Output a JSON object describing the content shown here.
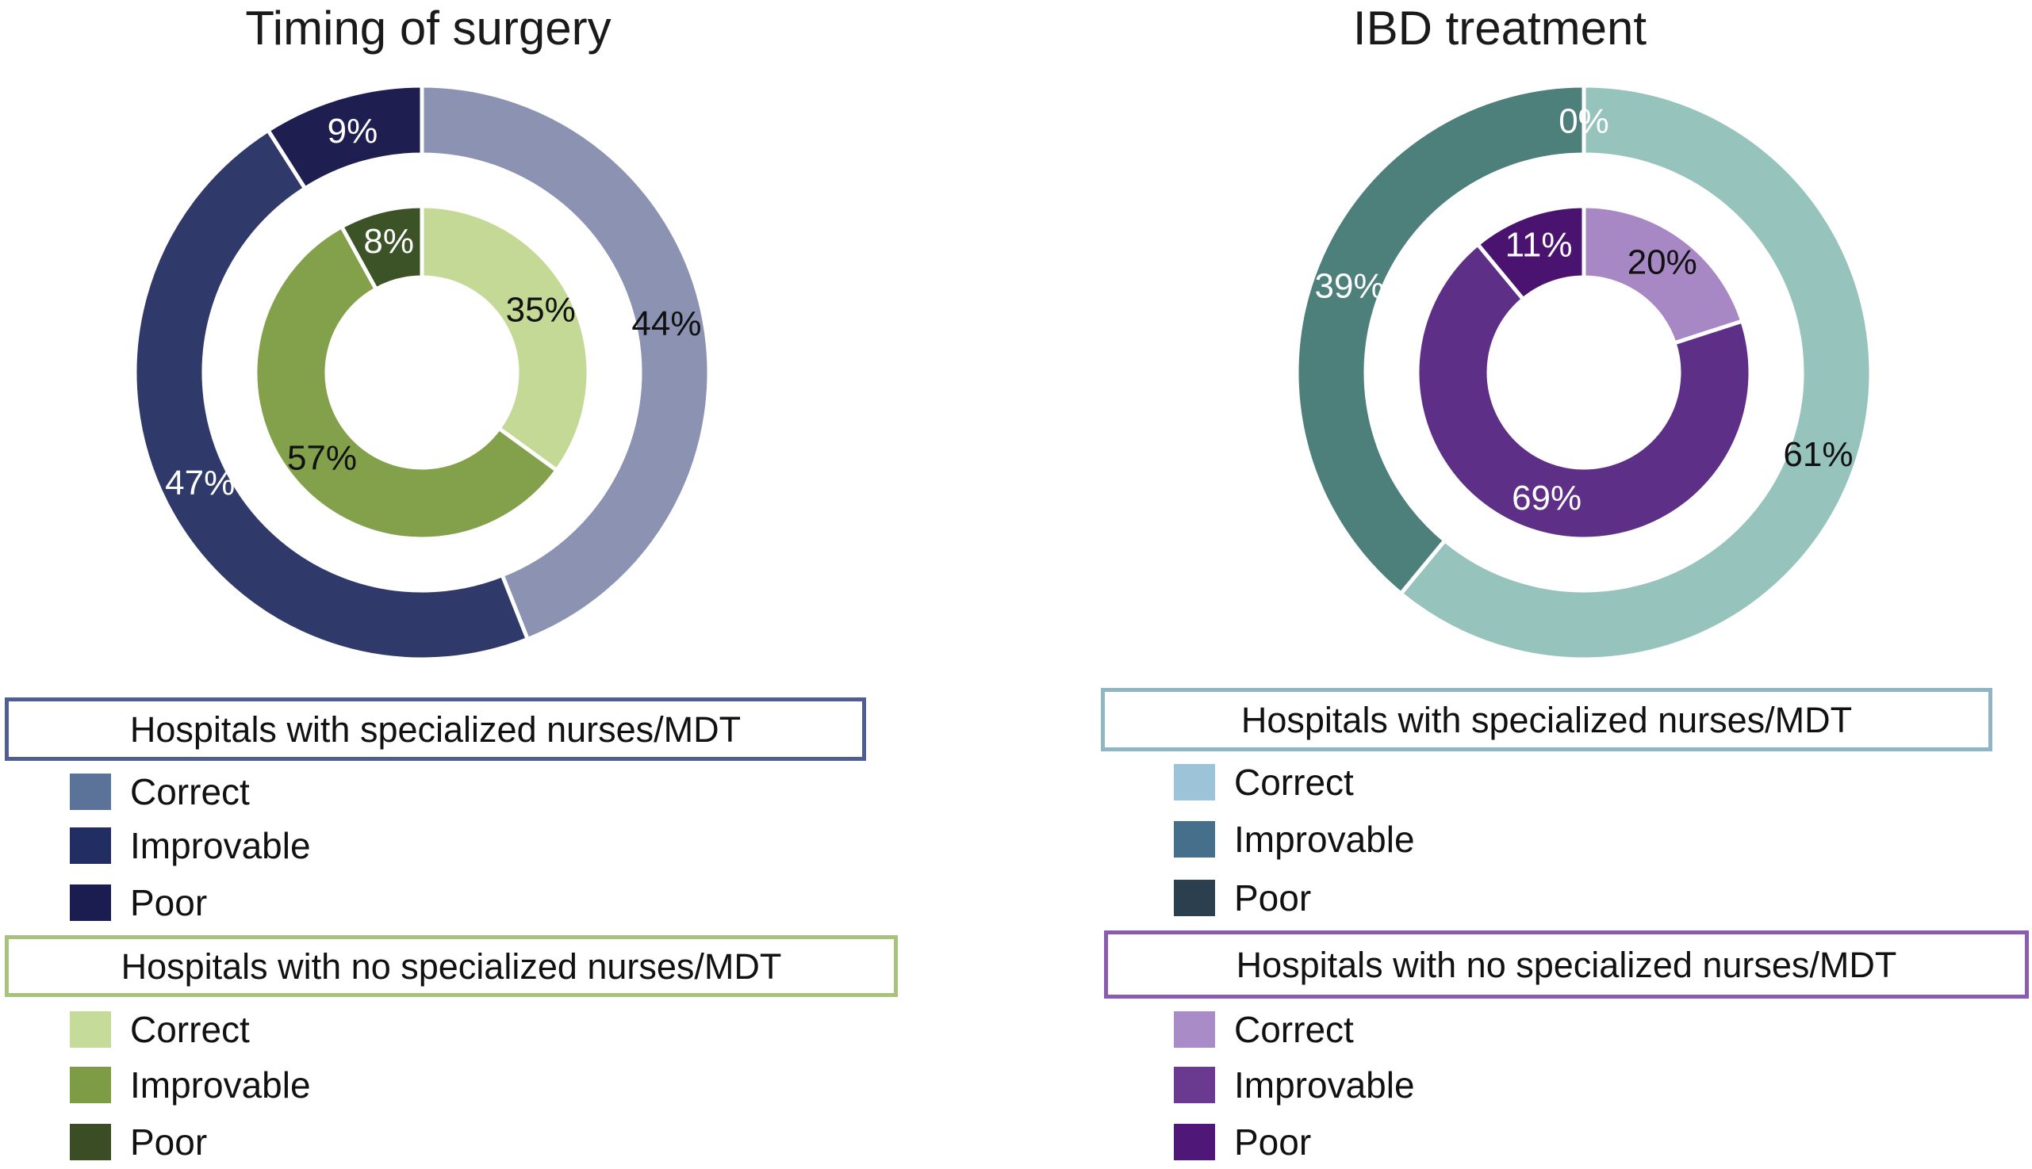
{
  "chart_data": [
    {
      "type": "pie",
      "title": "Timing of surgery",
      "series": [
        {
          "name": "Hospitals with specialized nurses/MDT",
          "categories": [
            "Correct",
            "Improvable",
            "Poor"
          ],
          "values": [
            44,
            47,
            9
          ],
          "labels": [
            "44%",
            "47%",
            "9%"
          ],
          "colors": [
            "#8b92b2",
            "#303a6a",
            "#1e1f50"
          ],
          "label_colors": [
            "#111111",
            "#ffffff",
            "#ffffff"
          ]
        },
        {
          "name": "Hospitals with no specialized nurses/MDT",
          "categories": [
            "Correct",
            "Improvable",
            "Poor"
          ],
          "values": [
            35,
            57,
            8
          ],
          "labels": [
            "35%",
            "57%",
            "8%"
          ],
          "colors": [
            "#c5d996",
            "#83a04a",
            "#3b5326"
          ],
          "label_colors": [
            "#111111",
            "#111111",
            "#ffffff"
          ]
        }
      ],
      "legend": [
        {
          "heading": "Hospitals with specialized nurses/MDT",
          "border_color": "#4f5d93",
          "items": [
            {
              "label": "Correct",
              "color": "#5b7399"
            },
            {
              "label": "Improvable",
              "color": "#222d62"
            },
            {
              "label": "Poor",
              "color": "#1b1c4f"
            }
          ]
        },
        {
          "heading": "Hospitals with no specialized nurses/MDT",
          "border_color": "#a7c27a",
          "items": [
            {
              "label": "Correct",
              "color": "#c4db9a"
            },
            {
              "label": "Improvable",
              "color": "#7e9b45"
            },
            {
              "label": "Poor",
              "color": "#3a4d25"
            }
          ]
        }
      ]
    },
    {
      "type": "pie",
      "title": "IBD treatment",
      "series": [
        {
          "name": "Hospitals with specialized nurses/MDT",
          "categories": [
            "Correct",
            "Improvable",
            "Poor"
          ],
          "values": [
            61,
            39,
            0
          ],
          "labels": [
            "61%",
            "39%",
            "0%"
          ],
          "colors": [
            "#97c3bd",
            "#4d7f7b",
            "#2c4a53"
          ],
          "label_colors": [
            "#111111",
            "#ffffff",
            "#ffffff"
          ]
        },
        {
          "name": "Hospitals with no specialized nurses/MDT",
          "categories": [
            "Correct",
            "Improvable",
            "Poor"
          ],
          "values": [
            20,
            69,
            11
          ],
          "labels": [
            "20%",
            "69%",
            "11%"
          ],
          "colors": [
            "#a788c4",
            "#5e2f86",
            "#4a1370"
          ],
          "label_colors": [
            "#111111",
            "#ffffff",
            "#ffffff"
          ]
        }
      ],
      "legend": [
        {
          "heading": "Hospitals with specialized nurses/MDT",
          "border_color": "#8fb6c4",
          "items": [
            {
              "label": "Correct",
              "color": "#9dc3d8"
            },
            {
              "label": "Improvable",
              "color": "#456f8a"
            },
            {
              "label": "Poor",
              "color": "#2b3f4e"
            }
          ]
        },
        {
          "heading": "Hospitals with no specialized nurses/MDT",
          "border_color": "#8a5bb0",
          "items": [
            {
              "label": "Correct",
              "color": "#a98bc8"
            },
            {
              "label": "Improvable",
              "color": "#6a3a90"
            },
            {
              "label": "Poor",
              "color": "#4e1778"
            }
          ]
        }
      ]
    }
  ]
}
